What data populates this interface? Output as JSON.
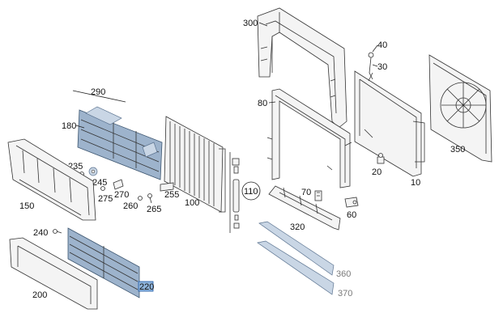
{
  "diagram": {
    "labels": {
      "l300": "300",
      "l40": "40",
      "l30": "30",
      "l290": "290",
      "l80": "80",
      "l180": "180",
      "l350": "350",
      "l235": "235",
      "l245": "245",
      "l275": "275",
      "l270": "270",
      "l255": "255",
      "l260": "260",
      "l265": "265",
      "l110": "110",
      "l70": "70",
      "l20": "20",
      "l10": "10",
      "l100": "100",
      "l150": "150",
      "l60": "60",
      "l320": "320",
      "l240": "240",
      "l200": "200",
      "l220": "220",
      "l360": "360",
      "l370": "370"
    },
    "highlighted_part": "220",
    "accent_colors": {
      "highlight_fill": "#8fb4db",
      "shaded_parts": "#9db3cc",
      "muted_labels": "#7a7a7a"
    }
  }
}
